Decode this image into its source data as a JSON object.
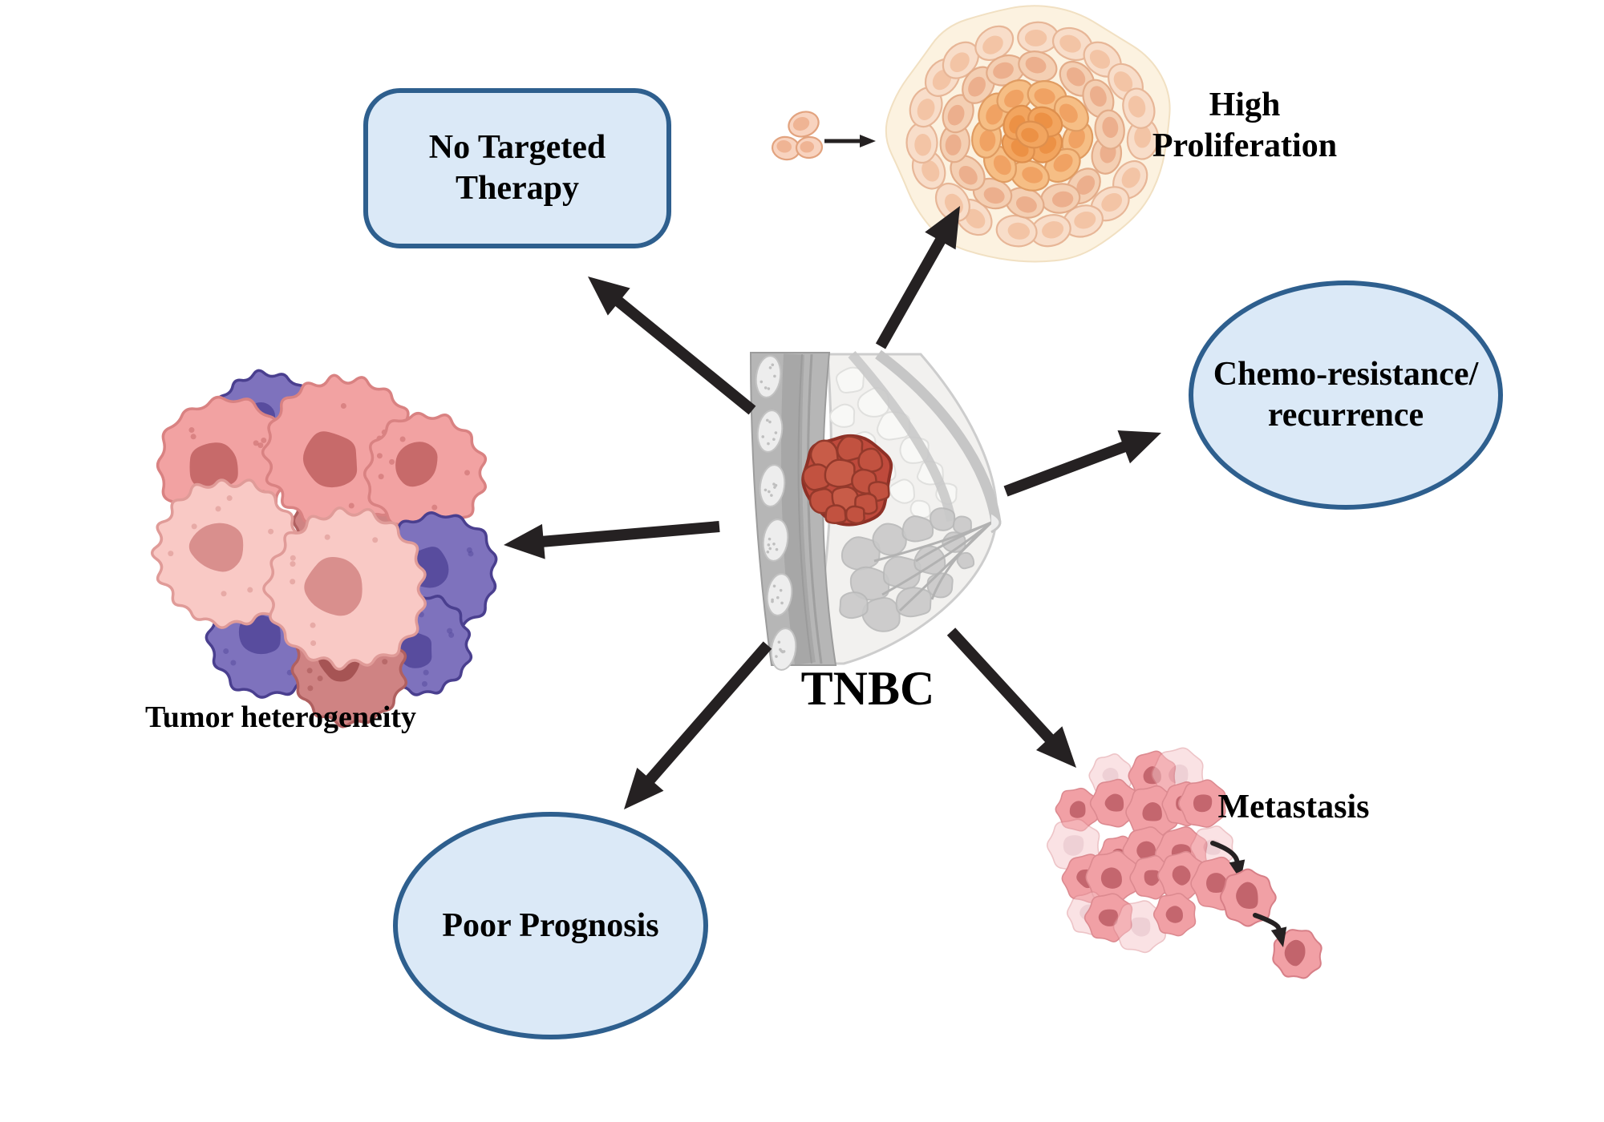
{
  "figure_type": "medical-diagram",
  "center_node": {
    "label": "TNBC"
  },
  "nodes": {
    "no_targeted_therapy": {
      "shape": "rounded-rectangle",
      "lines": [
        "No Targeted",
        "Therapy"
      ]
    },
    "high_proliferation": {
      "shape": "illustration-label",
      "lines": [
        "High",
        "Proliferation"
      ]
    },
    "chemo_resistance_recurrence": {
      "shape": "ellipse",
      "lines": [
        "Chemo-resistance/",
        "recurrence"
      ]
    },
    "tumor_heterogeneity": {
      "shape": "illustration-label",
      "label": "Tumor heterogeneity"
    },
    "poor_prognosis": {
      "shape": "ellipse",
      "label": "Poor Prognosis"
    },
    "metastasis": {
      "shape": "illustration-label",
      "label": "Metastasis"
    }
  },
  "illustrations": [
    "breast-sagittal-section-with-red-tumor",
    "high-proliferation-cell-mass",
    "seed-cells-trio",
    "tumor-heterogeneity-cell-cluster",
    "metastasis-cell-cluster-with-escaping-cells"
  ],
  "colors": {
    "background": "#FFFFFF",
    "node_fill": "#DBE9F7",
    "node_border": "#2E5F8E",
    "arrow": "#252122",
    "label_text": "#000000",
    "tumor_red": "#BF4A3C",
    "tumor_red_dark": "#8E3026",
    "heterogeneity_pink": "#F2A2A2",
    "heterogeneity_light_pink": "#F9C9C5",
    "heterogeneity_purple": "#7E72BD",
    "heterogeneity_dusty_red": "#CF8383",
    "proliferation_halo": "#FCF2E0",
    "proliferation_outer_cell": "#F8DDC9",
    "proliferation_inner_cell": "#F2A55F",
    "metastasis_pink": "#F1A0A5",
    "breast_muscle_gray": "#B6B6B6",
    "breast_fat": "#F2F1EF"
  }
}
